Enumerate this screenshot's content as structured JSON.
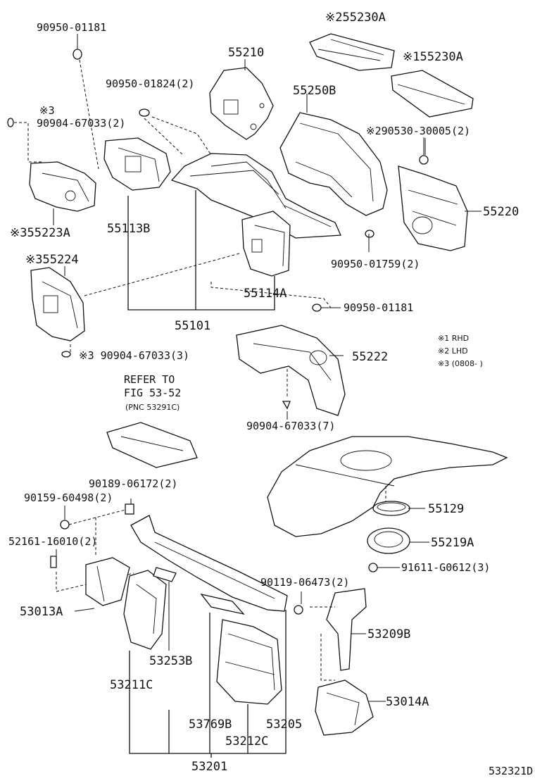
{
  "labels": {
    "p1": "90950-01181",
    "p2": "※255230A",
    "p3": "55210",
    "p4": "※155230A",
    "p5": "90950-01824(2)",
    "p6": "55250B",
    "p7a": "※3",
    "p7b": "90904-67033(2)",
    "p8": "※290530-30005(2)",
    "p9": "55220",
    "p10": "※355223A",
    "p11": "55113B",
    "p12": "90950-01759(2)",
    "p13": "※355224",
    "p14": "55114A",
    "p15": "90950-01181",
    "p16": "55101",
    "p17": "※3 90904-67033(3)",
    "p18": "55222",
    "p19a": "REFER TO",
    "p19b": "FIG 53-52",
    "p19c": "(PNC 53291C)",
    "p20": "90904-67033(7)",
    "p21": "90189-06172(2)",
    "p22": "90159-60498(2)",
    "p23": "55129",
    "p24": "52161-16010(2)",
    "p25": "55219A",
    "p26": "91611-G0612(3)",
    "p27": "90119-06473(2)",
    "p28": "53013A",
    "p29": "53209B",
    "p30": "53253B",
    "p31": "53211C",
    "p32": "53014A",
    "p33": "53769B",
    "p34": "53205",
    "p35": "53212C",
    "p36": "53201",
    "diagram_id": "532321D"
  },
  "legend": {
    "l1": "※1 RHD",
    "l2": "※2 LHD",
    "l3": "※3 (0808-     )"
  }
}
